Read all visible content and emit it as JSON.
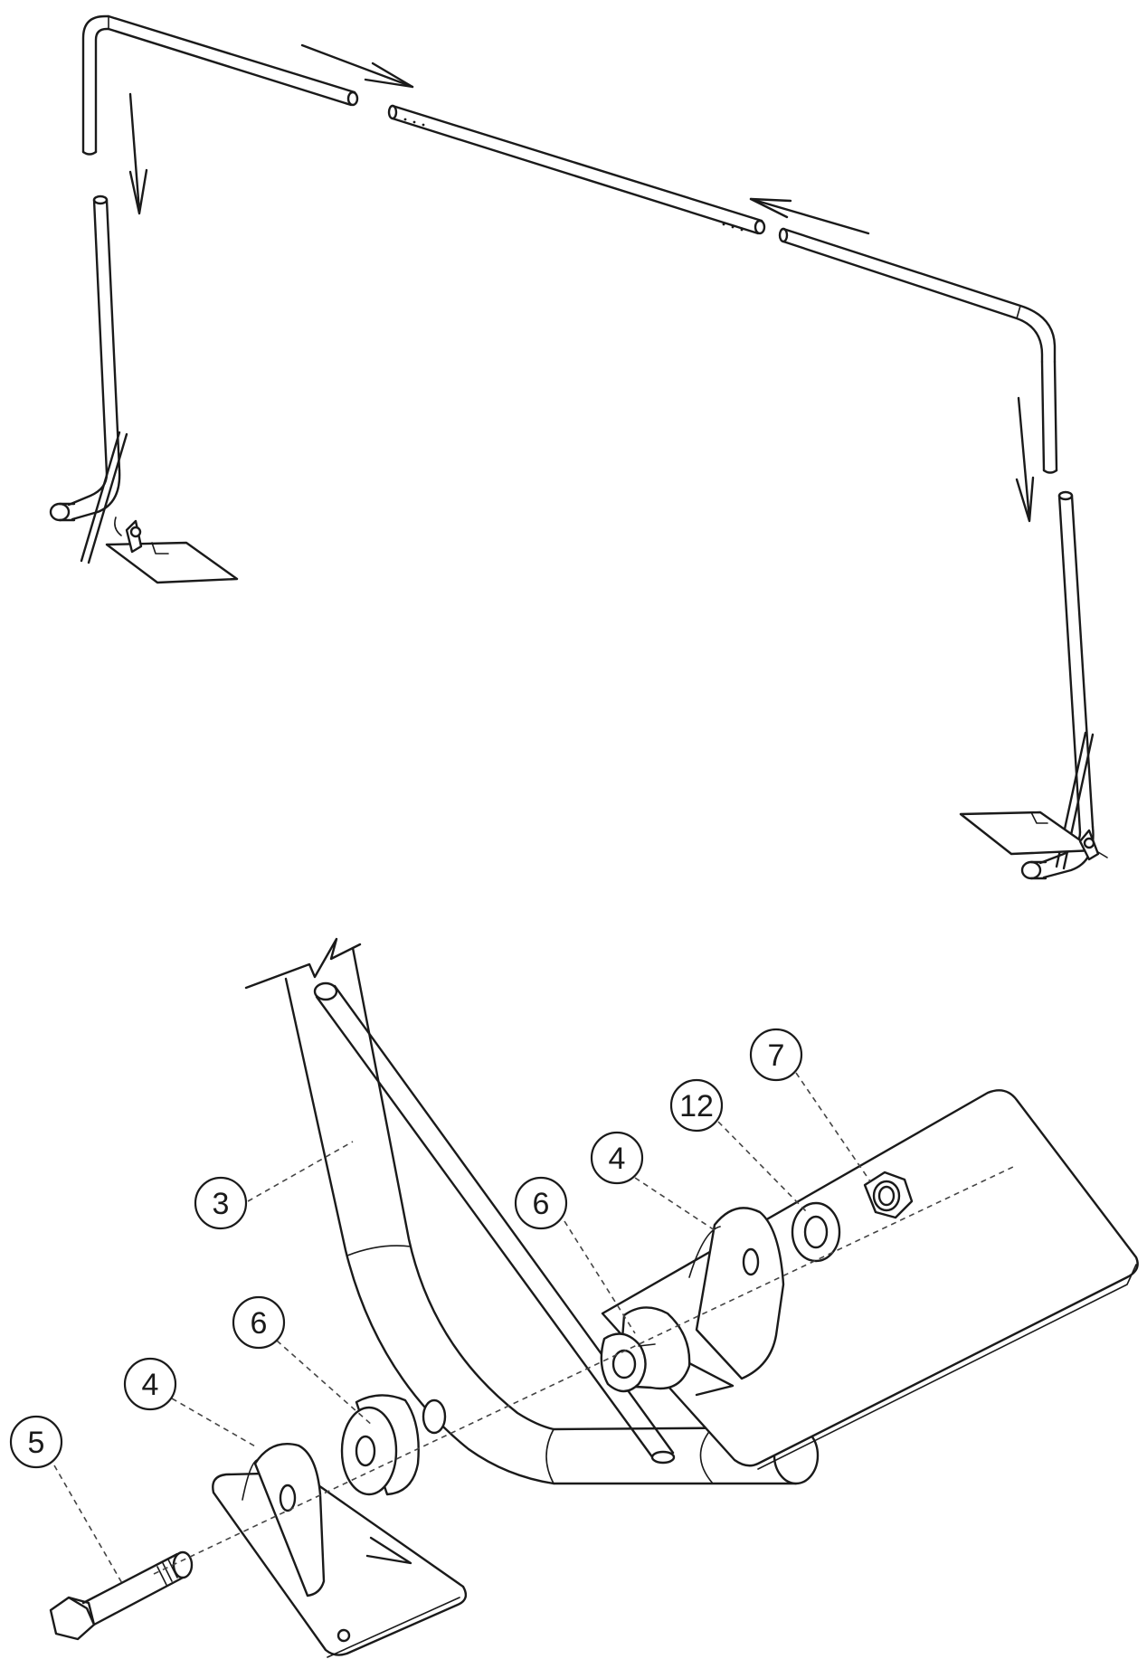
{
  "callouts": [
    {
      "id": "c3",
      "label": "3"
    },
    {
      "id": "c4a",
      "label": "4"
    },
    {
      "id": "c4b",
      "label": "4"
    },
    {
      "id": "c5",
      "label": "5"
    },
    {
      "id": "c6a",
      "label": "6"
    },
    {
      "id": "c6b",
      "label": "6"
    },
    {
      "id": "c7",
      "label": "7"
    },
    {
      "id": "c12",
      "label": "12"
    }
  ],
  "colors": {
    "line": "#1a1a1a",
    "background": "#ffffff"
  }
}
